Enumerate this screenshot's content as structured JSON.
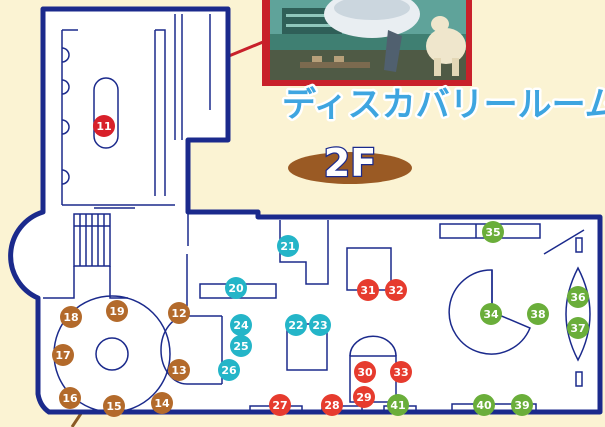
{
  "room_title": "ディスカバリールーム",
  "floor_label": "2F",
  "colors": {
    "background": "#fbf3d3",
    "wall": "#1b2a8c",
    "floor": "#ffffff",
    "title_text": "#3ea5e0",
    "title_outline": "#ffffff",
    "floor_badge": "#9a5a24",
    "leader_red": "#c8202a",
    "leader_brown": "#8a5a24",
    "cat_red": "#e63b2e",
    "cat_brown": "#b36a2b",
    "cat_cyan": "#24b5c8",
    "cat_green": "#6aae3a"
  },
  "markers": [
    {
      "n": "11",
      "color": "#d8202a"
    },
    {
      "n": "12",
      "color": "#b36a2b"
    },
    {
      "n": "13",
      "color": "#b36a2b"
    },
    {
      "n": "14",
      "color": "#b36a2b"
    },
    {
      "n": "15",
      "color": "#b36a2b"
    },
    {
      "n": "16",
      "color": "#b36a2b"
    },
    {
      "n": "17",
      "color": "#b36a2b"
    },
    {
      "n": "18",
      "color": "#b36a2b"
    },
    {
      "n": "19",
      "color": "#b36a2b"
    },
    {
      "n": "20",
      "color": "#24b5c8"
    },
    {
      "n": "21",
      "color": "#24b5c8"
    },
    {
      "n": "22",
      "color": "#24b5c8"
    },
    {
      "n": "23",
      "color": "#24b5c8"
    },
    {
      "n": "24",
      "color": "#24b5c8"
    },
    {
      "n": "25",
      "color": "#24b5c8"
    },
    {
      "n": "26",
      "color": "#24b5c8"
    },
    {
      "n": "27",
      "color": "#e63b2e"
    },
    {
      "n": "28",
      "color": "#e63b2e"
    },
    {
      "n": "29",
      "color": "#e63b2e"
    },
    {
      "n": "30",
      "color": "#e63b2e"
    },
    {
      "n": "31",
      "color": "#e63b2e"
    },
    {
      "n": "32",
      "color": "#e63b2e"
    },
    {
      "n": "33",
      "color": "#e63b2e"
    },
    {
      "n": "34",
      "color": "#6aae3a"
    },
    {
      "n": "35",
      "color": "#6aae3a"
    },
    {
      "n": "36",
      "color": "#6aae3a"
    },
    {
      "n": "37",
      "color": "#6aae3a"
    },
    {
      "n": "38",
      "color": "#6aae3a"
    },
    {
      "n": "39",
      "color": "#6aae3a"
    },
    {
      "n": "40",
      "color": "#6aae3a"
    },
    {
      "n": "41",
      "color": "#6aae3a"
    }
  ]
}
